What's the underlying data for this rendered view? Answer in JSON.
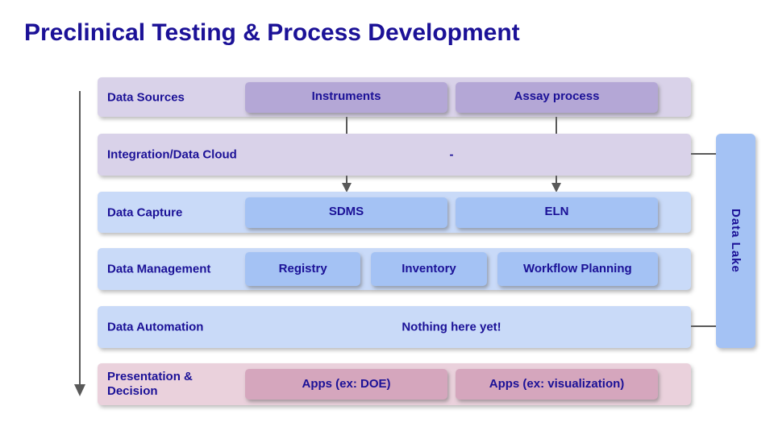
{
  "title": "Preclinical Testing & Process Development",
  "rows": [
    {
      "label": "Data Sources",
      "boxes": [
        "Instruments",
        "Assay process"
      ]
    },
    {
      "label": "Integration/Data Cloud",
      "center_text": "-"
    },
    {
      "label": "Data Capture",
      "boxes": [
        "SDMS",
        "ELN"
      ]
    },
    {
      "label": "Data Management",
      "boxes": [
        "Registry",
        "Inventory",
        "Workflow Planning"
      ]
    },
    {
      "label": "Data Automation",
      "center_text": "Nothing here yet!"
    },
    {
      "label": "Presentation & Decision",
      "boxes": [
        "Apps (ex: DOE)",
        "Apps (ex: visualization)"
      ]
    }
  ],
  "data_lake_label": "Data Lake",
  "colors": {
    "text_navy": "#1b1197",
    "row_purple_bg": "#d9d2e9",
    "box_purple": "#b4a7d6",
    "row_blue_bg": "#c9daf8",
    "box_blue": "#a4c2f4",
    "row_pink_bg": "#ead1dc",
    "box_pink": "#d5a6bd",
    "data_lake_bg": "#a4c2f4",
    "connector_gray": "#595959"
  }
}
